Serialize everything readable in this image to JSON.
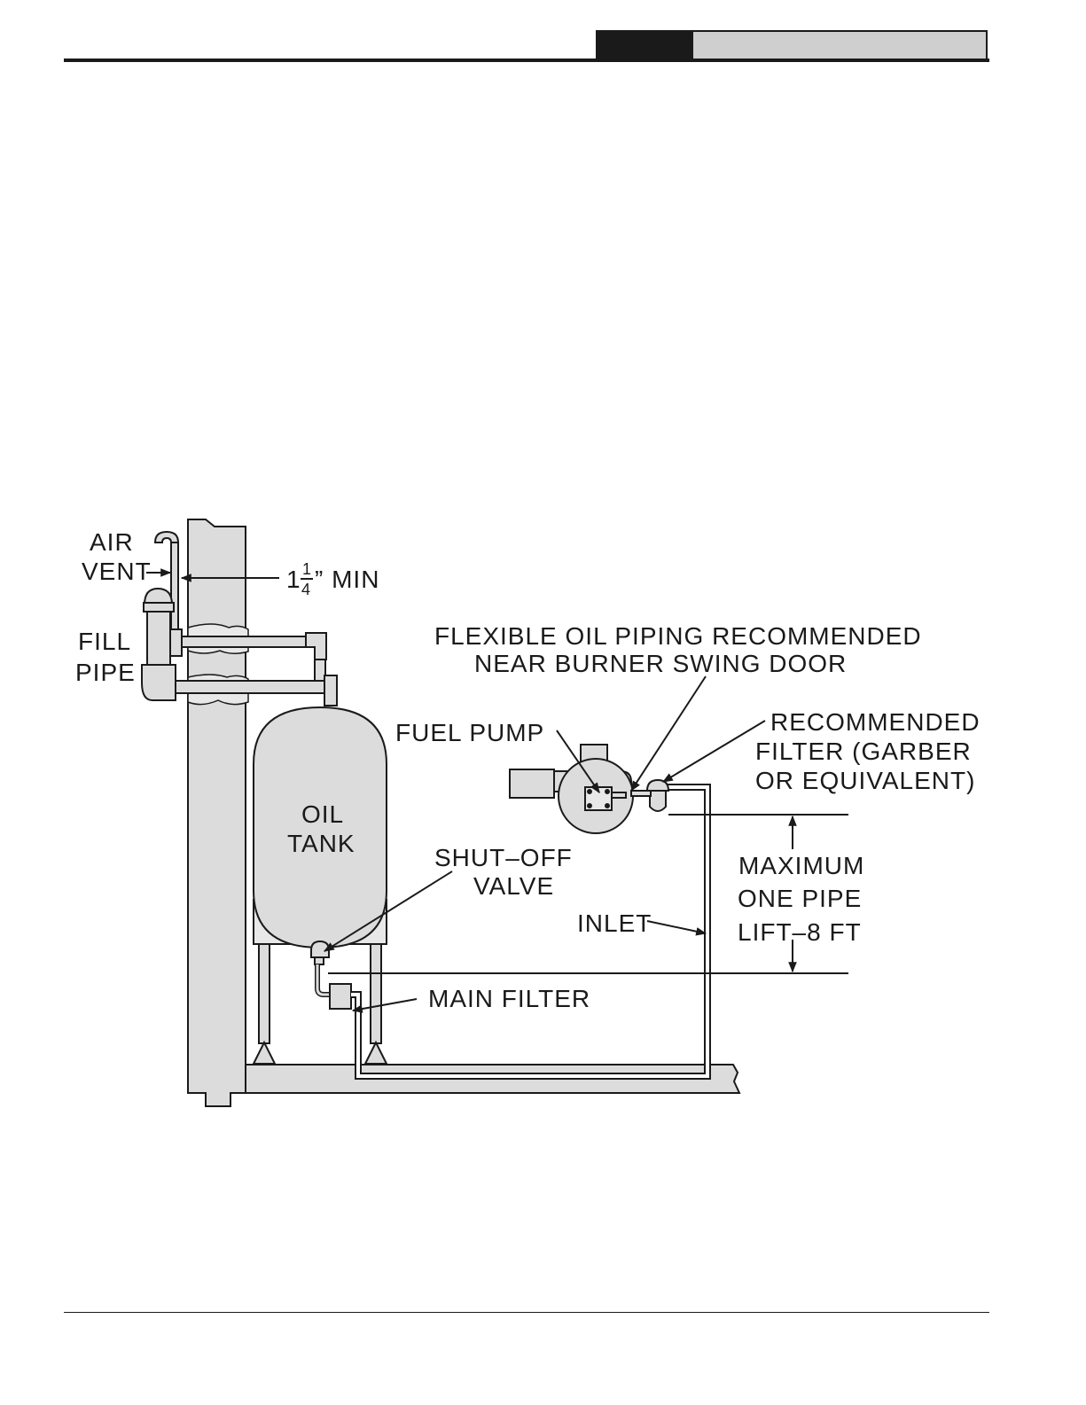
{
  "header": {
    "tab_text": ""
  },
  "diagram": {
    "labels": {
      "air_vent_1": "AIR",
      "air_vent_2": "VENT",
      "fill_pipe_1": "FILL",
      "fill_pipe_2": "PIPE",
      "clearance_whole": "1",
      "clearance_num": "1",
      "clearance_den": "4",
      "clearance_rest": "” MIN",
      "flex_1": "FLEXIBLE OIL PIPING RECOMMENDED",
      "flex_2": "NEAR BURNER SWING DOOR",
      "fuel_pump": "FUEL PUMP",
      "filter_1": "RECOMMENDED",
      "filter_2": "FILTER (GARBER",
      "filter_3": "OR EQUIVALENT)",
      "tank_1": "OIL",
      "tank_2": "TANK",
      "shutoff_1": "SHUT–OFF",
      "shutoff_2": "VALVE",
      "inlet": "INLET",
      "max_1": "MAXIMUM",
      "max_2": "ONE PIPE",
      "max_3": "LIFT–8 FT",
      "main_filter": "MAIN FILTER"
    }
  }
}
